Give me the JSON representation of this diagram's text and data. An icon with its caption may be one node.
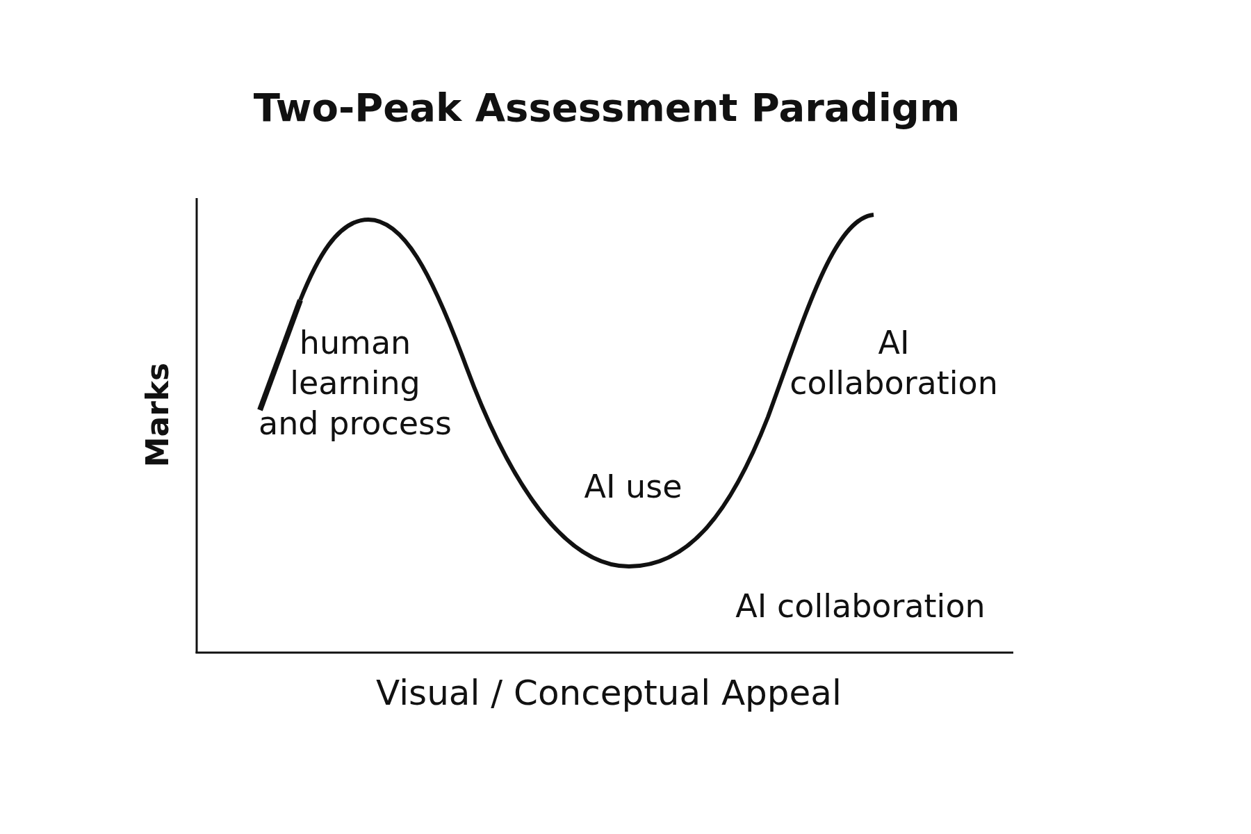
{
  "diagram": {
    "title": "Two-Peak Assessment Paradigm",
    "labels": [
      "human learning and process",
      "AI collaboration",
      "Marks",
      "AI use",
      "AI collaboration",
      "Visual / Conceptual Appeal"
    ]
  }
}
